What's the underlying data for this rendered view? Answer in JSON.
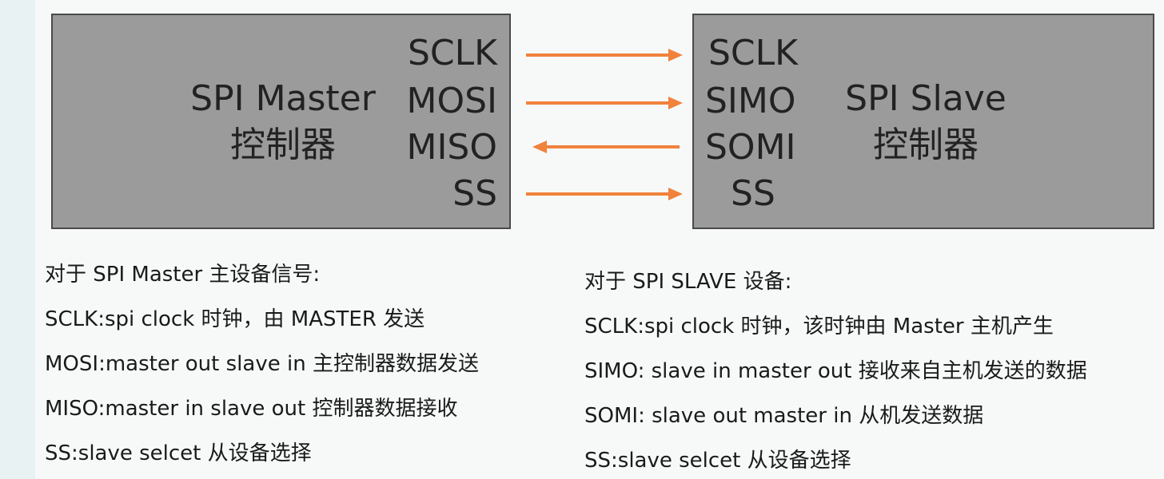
{
  "diagram": {
    "master": {
      "title": "SPI Master",
      "subtitle": "控制器",
      "signals": [
        "SCLK",
        "MOSI",
        "MISO",
        "SS"
      ]
    },
    "slave": {
      "title": "SPI Slave",
      "subtitle": "控制器",
      "signals": [
        "SCLK",
        "SIMO",
        "SOMI",
        "SS"
      ]
    },
    "arrows": [
      {
        "direction": "right"
      },
      {
        "direction": "right"
      },
      {
        "direction": "left"
      },
      {
        "direction": "right"
      }
    ],
    "arrow_color": "#f0823c",
    "box_color": "#9b9b9b"
  },
  "notes": {
    "master": [
      "对于 SPI Master 主设备信号:",
      "SCLK:spi clock 时钟，由 MASTER 发送",
      "MOSI:master out slave in 主控制器数据发送",
      "MISO:master in slave out 控制器数据接收",
      "SS:slave selcet 从设备选择"
    ],
    "slave": [
      "对于 SPI SLAVE 设备:",
      "SCLK:spi clock 时钟，该时钟由 Master 主机产生",
      "SIMO: slave in master out 接收来自主机发送的数据",
      "SOMI: slave out master in 从机发送数据",
      "SS:slave selcet 从设备选择"
    ]
  }
}
